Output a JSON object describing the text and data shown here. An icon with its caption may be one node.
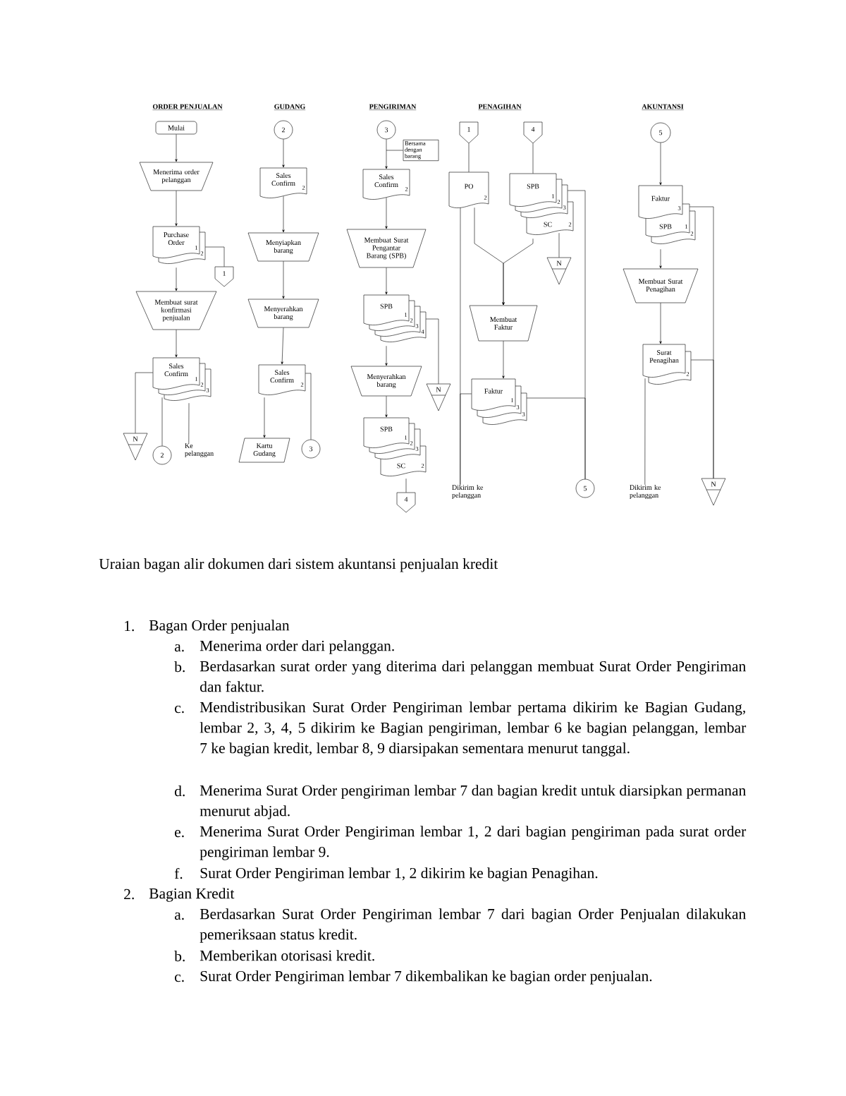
{
  "diagram": {
    "nodes": [
      {
        "text": [
          "Mulai"
        ]
      },
      {
        "text": [
          "Menerima order pelanggan"
        ]
      },
      {
        "text": [
          "Purchase Order",
          "1",
          "2"
        ]
      },
      {
        "text": [
          "1"
        ]
      },
      {
        "text": [
          "Membuat surat konfirmasi penjualan"
        ]
      },
      {
        "text": [
          "Sales Confirm",
          "1",
          "2",
          "3"
        ]
      },
      {
        "text": [
          "N"
        ]
      },
      {
        "text": [
          "2"
        ]
      },
      {
        "text": [
          "Ke pelanggan"
        ]
      },
      {
        "text": [
          "2"
        ]
      },
      {
        "text": [
          "Sales Confirm",
          "2"
        ]
      },
      {
        "text": [
          "Menyiapkan barang"
        ]
      },
      {
        "text": [
          "Menyerahkan barang"
        ]
      },
      {
        "text": [
          "Sales Confirm",
          "2"
        ]
      },
      {
        "text": [
          "Kartu Gudang"
        ]
      },
      {
        "text": [
          "3"
        ]
      },
      {
        "text": [
          "3"
        ]
      },
      {
        "text": [
          "Bersama dengan barang"
        ]
      },
      {
        "text": [
          "Sales Confirm",
          "2"
        ]
      },
      {
        "text": [
          "Membuat Surat Pengantar Barang (SPB)"
        ]
      },
      {
        "text": [
          "SPB",
          "1",
          "2",
          "3",
          "4"
        ]
      },
      {
        "text": [
          "N"
        ]
      },
      {
        "text": [
          "Menyerahkan barang"
        ]
      },
      {
        "text": [
          "SPB",
          "1",
          "2",
          "3",
          "SC",
          "2"
        ]
      },
      {
        "text": [
          "4"
        ]
      },
      {
        "text": [
          "1"
        ]
      },
      {
        "text": [
          "4"
        ]
      },
      {
        "text": [
          "PO",
          "2"
        ]
      },
      {
        "text": [
          "SPB",
          "1",
          "2",
          "3",
          "SC",
          "2"
        ]
      },
      {
        "text": [
          "N"
        ]
      },
      {
        "text": [
          "Membuat Faktur"
        ]
      },
      {
        "text": [
          "Faktur",
          "1",
          "3",
          "3"
        ]
      },
      {
        "text": [
          "Dikirim ke pelanggan"
        ]
      },
      {
        "text": [
          "5"
        ]
      },
      {
        "text": [
          "5"
        ]
      },
      {
        "text": [
          "Faktur",
          "3",
          "SPB",
          "1",
          "2"
        ]
      },
      {
        "text": [
          "Membuat Surat Penagihan"
        ]
      },
      {
        "text": [
          "Surat Penagihan",
          "2"
        ]
      },
      {
        "text": [
          "Dikirim ke pelanggan"
        ]
      },
      {
        "text": [
          "N"
        ]
      }
    ],
    "edges": [
      {
        "from": 0,
        "to": 1,
        "arrow": "to"
      },
      {
        "from": 1,
        "to": 2,
        "arrow": "to"
      },
      {
        "from": 2,
        "to": 3,
        "arrow": "none"
      },
      {
        "from": 2,
        "to": 4,
        "arrow": "to"
      },
      {
        "from": 4,
        "to": 5,
        "arrow": "to"
      },
      {
        "from": 5,
        "to": 6,
        "arrow": "none"
      },
      {
        "from": 5,
        "to": 7,
        "arrow": "none"
      },
      {
        "from": 5,
        "to": 8,
        "arrow": "none"
      },
      {
        "from": 9,
        "to": 10,
        "arrow": "to"
      },
      {
        "from": 10,
        "to": 11,
        "arrow": "to"
      },
      {
        "from": 11,
        "to": 12,
        "arrow": "to"
      },
      {
        "from": 12,
        "to": 13,
        "arrow": "to"
      },
      {
        "from": 13,
        "to": 14,
        "arrow": "to"
      },
      {
        "from": 13,
        "to": 15,
        "arrow": "none"
      },
      {
        "from": 16,
        "to": 18,
        "arrow": "to"
      },
      {
        "from": 17,
        "to": 16,
        "arrow": "none"
      },
      {
        "from": 18,
        "to": 19,
        "arrow": "to"
      },
      {
        "from": 19,
        "to": 20,
        "arrow": "to"
      },
      {
        "from": 20,
        "to": 21,
        "arrow": "none"
      },
      {
        "from": 20,
        "to": 22,
        "arrow": "to"
      },
      {
        "from": 22,
        "to": 23,
        "arrow": "to"
      },
      {
        "from": 23,
        "to": 24,
        "arrow": "none"
      },
      {
        "from": 25,
        "to": 27,
        "arrow": "none"
      },
      {
        "from": 26,
        "to": 28,
        "arrow": "none"
      },
      {
        "from": 27,
        "to": 30,
        "arrow": "to"
      },
      {
        "from": 28,
        "to": 30,
        "arrow": "to"
      },
      {
        "from": 28,
        "to": 29,
        "arrow": "none"
      },
      {
        "from": 27,
        "to": 32,
        "arrow": "none"
      },
      {
        "from": 28,
        "to": 33,
        "arrow": "none"
      },
      {
        "from": 30,
        "to": 31,
        "arrow": "to"
      },
      {
        "from": 31,
        "to": 32,
        "arrow": "none"
      },
      {
        "from": 31,
        "to": 33,
        "arrow": "none"
      },
      {
        "from": 34,
        "to": 35,
        "arrow": "to"
      },
      {
        "from": 35,
        "to": 36,
        "arrow": "to"
      },
      {
        "from": 36,
        "to": 37,
        "arrow": "to"
      },
      {
        "from": 37,
        "to": 38,
        "arrow": "none"
      },
      {
        "from": 35,
        "to": 39,
        "arrow": "none"
      },
      {
        "from": 37,
        "to": 39,
        "arrow": "none"
      }
    ],
    "labels": [
      "ORDER PENJUALAN",
      "GUDANG",
      "PENGIRIMAN",
      "PENAGIHAN",
      "AKUNTANSI",
      "Uraian bagan alir dokumen dari sistem akuntansi penjualan kredit",
      "1.",
      "Bagan Order penjualan",
      "a.",
      "Menerima order dari pelanggan.",
      "b.",
      "Berdasarkan surat order yang diterima dari pelanggan membuat Surat Order Pengiriman dan faktur.",
      "c.",
      "Mendistribusikan Surat Order Pengiriman lembar pertama dikirim ke Bagian Gudang, lembar 2, 3, 4, 5 dikirim ke Bagian pengiriman, lembar 6 ke bagian pelanggan, lembar 7 ke bagian kredit, lembar 8, 9 diarsipakan sementara menurut tanggal.",
      "d.",
      "Menerima Surat Order pengiriman lembar 7 dan bagian kredit untuk diarsipkan permanan menurut abjad.",
      "e.",
      "Menerima Surat Order Pengiriman lembar 1, 2 dari bagian pengiriman pada surat order pengiriman lembar 9.",
      "f.",
      "Surat Order Pengiriman lembar 1, 2 dikirim ke bagian Penagihan.",
      "2.",
      "Bagian Kredit",
      "a.",
      "Berdasarkan Surat Order Pengiriman lembar 7 dari bagian Order Penjualan dilakukan pemeriksaan status kredit.",
      "b.",
      "Memberikan otorisasi kredit.",
      "c.",
      "Surat Order Pengiriman lembar 7 dikembalikan ke bagian order penjualan."
    ]
  }
}
